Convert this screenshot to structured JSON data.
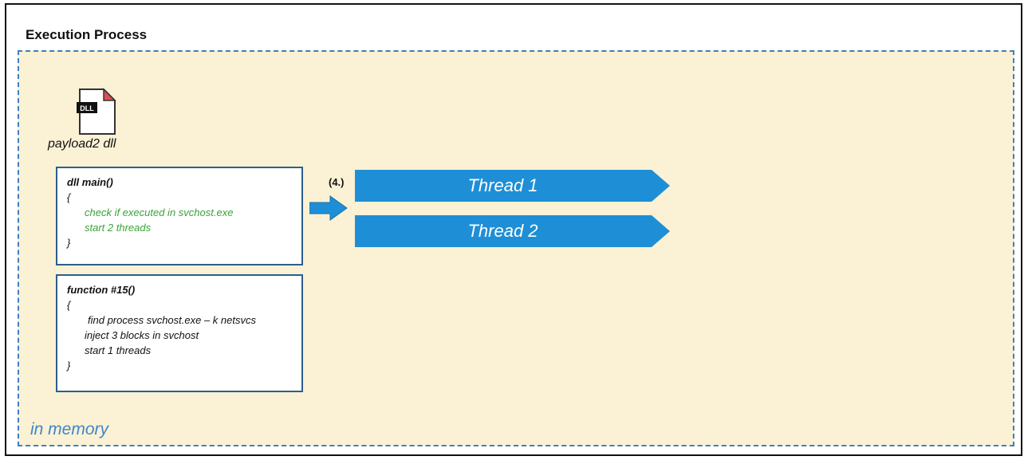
{
  "header": {
    "title": "Execution Process"
  },
  "region": {
    "label": "in memory",
    "border_color": "#3f7fbf",
    "fill_color": "#fbf1d4"
  },
  "dll_file": {
    "icon": "dll-file-icon",
    "icon_text": "DLL",
    "caption": "payload2 dll"
  },
  "dll_main_box": {
    "header": "dll main()",
    "open_brace": "{",
    "lines": [
      "check if executed in svchost.exe",
      "start 2 threads"
    ],
    "close_brace": "}"
  },
  "function15_box": {
    "header": "function #15()",
    "open_brace": "{",
    "lines": [
      "find process svchost.exe – k netsvcs",
      "inject 3 blocks in svchost",
      "start 1 threads"
    ],
    "close_brace": "}"
  },
  "step": {
    "label": "(4.)",
    "icon": "right-arrow-icon"
  },
  "threads": [
    {
      "label": "Thread 1",
      "color": "#1e8fd6"
    },
    {
      "label": "Thread 2",
      "color": "#1e8fd6"
    }
  ]
}
